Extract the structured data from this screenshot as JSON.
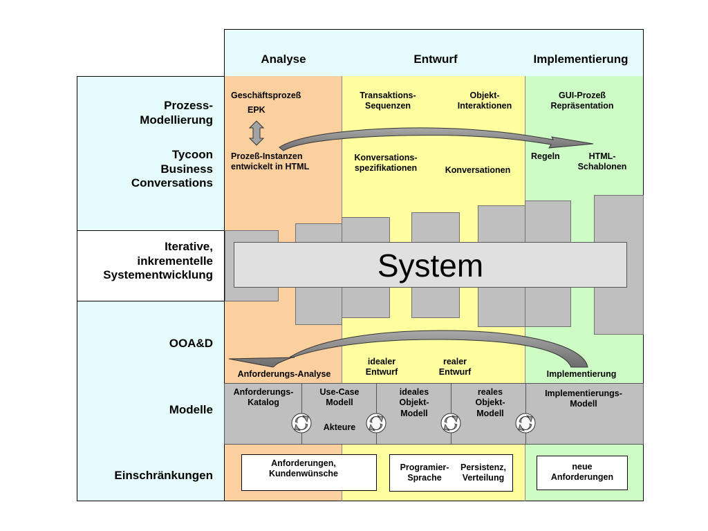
{
  "colors": {
    "orange": "#fbcf9e",
    "yellow": "#ffff9f",
    "green": "#cdfcc5",
    "cyan": "#e6fbfb",
    "gray": "#bfbfbf",
    "arrow": "#8c8c8c"
  },
  "phases": {
    "analyse": "Analyse",
    "entwurf": "Entwurf",
    "implementierung": "Implementierung"
  },
  "rows": {
    "prozess": "Prozess-\nModellierung",
    "tycoon": "Tycoon\nBusiness\nConversations",
    "iterative": "Iterative,\ninkrementelle\nSystementwicklung",
    "ooad": "OOA&D",
    "modelle": "Modelle",
    "einschraenkungen": "Einschränkungen"
  },
  "prozess_cells": {
    "geschaeftsprozess": "Geschäftsprozeß",
    "epk": "EPK",
    "prozess_instanzen": "Prozeß-Instanzen\nentwickelt in HTML",
    "transaktionen": "Transaktions-\nSequenzen",
    "objekt_interaktionen": "Objekt-\nInteraktionen",
    "gui_prozess": "GUI-Prozeß\nRepräsentation",
    "konversations_spez": "Konversations-\nspezifikationen",
    "konversationen": "Konversationen",
    "regeln": "Regeln",
    "html_schablonen": "HTML-\nSchablonen"
  },
  "system_label": "System",
  "ooad_cells": {
    "anforderungs_analyse": "Anforderungs-Analyse",
    "idealer_entwurf": "idealer\nEntwurf",
    "realer_entwurf": "realer\nEntwurf",
    "implementierung": "Implementierung"
  },
  "modelle_cells": {
    "katalog": "Anforderungs-\nKatalog",
    "use_case": "Use-Case\nModell",
    "akteure": "Akteure",
    "ideales_objekt": "ideales\nObjekt-\nModell",
    "reales_objekt": "reales\nObjekt-\nModell",
    "impl_modell": "Implementierungs-\nModell"
  },
  "constraints": {
    "anforderungen": "Anforderungen,\nKundenwünsche",
    "programmier": "Programier-\nSprache",
    "persistenz": "Persistenz,\nVerteilung",
    "neue": "neue\nAnforderungen"
  }
}
